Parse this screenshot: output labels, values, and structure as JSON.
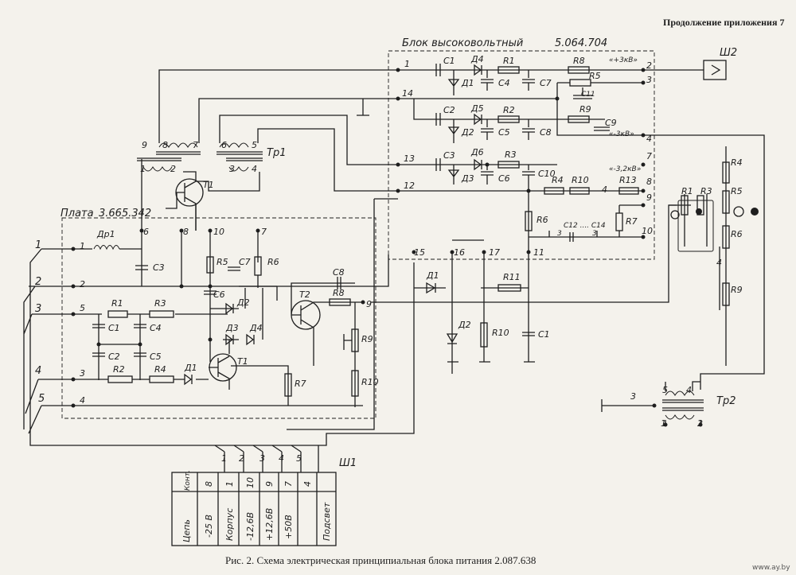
{
  "header": "Продолжение приложения 7",
  "caption": "Рис. 2. Схема электрическая принципиальная блока питания 2.087.638",
  "watermark": "www.ay.by",
  "hv_block": {
    "title": "Блок высоковольтный",
    "code": "5.064.704",
    "pins_left": [
      "1",
      "14",
      "13",
      "12",
      "15",
      "16",
      "17",
      "11"
    ],
    "pins_right": [
      "2",
      "3",
      "4",
      "7",
      "8",
      "9",
      "10"
    ],
    "outputs": [
      "«+3кВ»",
      "«-3кВ»",
      "«-3,2кВ»"
    ],
    "components": [
      "С1",
      "Д4",
      "R1",
      "R8",
      "Д1",
      "С4",
      "С7",
      "R5",
      "С11",
      "С2",
      "Д5",
      "R2",
      "R9",
      "С9",
      "Д2",
      "С5",
      "С8",
      "С3",
      "Д6",
      "R3",
      "Д3",
      "С6",
      "С10",
      "R4",
      "R10",
      "R13",
      "R6",
      "С12 .... С14",
      "R7"
    ],
    "ellipsis": "4",
    "frame_marks": [
      "3",
      "3"
    ]
  },
  "board": {
    "title": "Плата",
    "code": "3.665.342",
    "pins": [
      "1",
      "2",
      "5",
      "3",
      "4",
      "6",
      "8",
      "10",
      "7",
      "9"
    ],
    "components": [
      "Др1",
      "С3",
      "R5",
      "С7",
      "R6",
      "С6",
      "Д2",
      "R1",
      "R3",
      "С1",
      "С4",
      "Д3",
      "Д4",
      "С2",
      "С5",
      "R2",
      "R4",
      "Д1",
      "Т1",
      "С8",
      "Т2",
      "R8",
      "R9",
      "R7",
      "R10"
    ]
  },
  "transformer_tr1": {
    "name": "Тр1",
    "pins": [
      "9",
      "8",
      "7",
      "6",
      "5",
      "1",
      "2",
      "3",
      "4"
    ],
    "transistor": "Т1"
  },
  "outer": {
    "lines": [
      "1",
      "2",
      "3",
      "4",
      "5"
    ],
    "components": [
      "Д1",
      "Д2",
      "R10",
      "R11",
      "С1"
    ],
    "right_panel": [
      "R1",
      "R3",
      "R4",
      "R5",
      "R6",
      "R9"
    ],
    "ellipsis": "4",
    "connector": "Ш2",
    "tr2": {
      "name": "Тр2",
      "pins": [
        "3",
        "5",
        "4",
        "1",
        "2"
      ]
    }
  },
  "connector_table": {
    "name": "Ш1",
    "top_pins": [
      "1",
      "2",
      "3",
      "4",
      "5"
    ],
    "head_kont": "Конт.",
    "head_circuit": "Цепь",
    "rows": [
      {
        "kont": "8",
        "circuit": "-25 В"
      },
      {
        "kont": "1",
        "circuit": "Корпус"
      },
      {
        "kont": "10",
        "circuit": "-12,6В"
      },
      {
        "kont": "9",
        "circuit": "+12,6В"
      },
      {
        "kont": "7",
        "circuit": "+50В"
      },
      {
        "kont": "4",
        "circuit": "Подсвет"
      }
    ]
  }
}
